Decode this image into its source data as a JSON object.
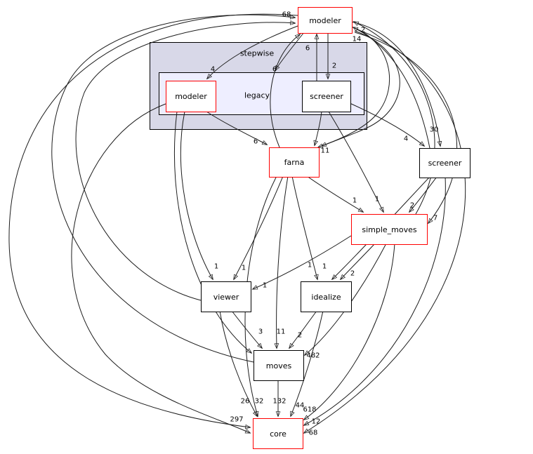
{
  "diagram": {
    "type": "directory-dependency-graph",
    "colors": {
      "red_node_border": "#ff0000",
      "black_node_border": "#000000",
      "cluster_fill": "#d8d8e8",
      "inner_cluster_fill": "#eeeeff",
      "edge": "#1c1c1c",
      "background": "#ffffff"
    },
    "clusters": [
      {
        "id": "stepwise",
        "label": "stepwise"
      },
      {
        "id": "legacy",
        "label": "legacy"
      }
    ],
    "nodes": [
      {
        "id": "modeler",
        "label": "modeler",
        "style": "red"
      },
      {
        "id": "modeler_legacy",
        "label": "modeler",
        "style": "red"
      },
      {
        "id": "screener_legacy",
        "label": "screener",
        "style": "black"
      },
      {
        "id": "farna",
        "label": "farna",
        "style": "red"
      },
      {
        "id": "screener",
        "label": "screener",
        "style": "black"
      },
      {
        "id": "simple_moves",
        "label": "simple_moves",
        "style": "red"
      },
      {
        "id": "viewer",
        "label": "viewer",
        "style": "black"
      },
      {
        "id": "idealize",
        "label": "idealize",
        "style": "black"
      },
      {
        "id": "moves",
        "label": "moves",
        "style": "black"
      },
      {
        "id": "core",
        "label": "core",
        "style": "red"
      }
    ],
    "edges": [
      {
        "from": "screener_legacy",
        "to": "modeler",
        "label": "6"
      },
      {
        "from": "modeler",
        "to": "screener_legacy",
        "label": "2"
      },
      {
        "from": "modeler",
        "to": "modeler_legacy",
        "label": "4"
      },
      {
        "from": "modeler",
        "to": "legacy",
        "label": "6"
      },
      {
        "from": "modeler_legacy",
        "to": "farna",
        "label": "6"
      },
      {
        "from": "screener_legacy",
        "to": "farna",
        "label": "11"
      },
      {
        "from": "modeler",
        "to": "farna",
        "label": null
      },
      {
        "from": "modeler",
        "to": "farna",
        "label": null
      },
      {
        "from": "modeler",
        "to": "screener",
        "label": "30"
      },
      {
        "from": "screener_legacy",
        "to": "screener",
        "label": "4"
      },
      {
        "from": "farna",
        "to": "simple_moves",
        "label": "1"
      },
      {
        "from": "screener_legacy",
        "to": "simple_moves",
        "label": "1"
      },
      {
        "from": "screener",
        "to": "simple_moves",
        "label": "2"
      },
      {
        "from": "modeler",
        "to": "simple_moves",
        "label": "7"
      },
      {
        "from": "modeler_legacy",
        "to": "viewer",
        "label": "1"
      },
      {
        "from": "farna",
        "to": "viewer",
        "label": "1"
      },
      {
        "from": "simple_moves",
        "to": "viewer",
        "label": "1"
      },
      {
        "from": "farna",
        "to": "idealize",
        "label": "1"
      },
      {
        "from": "screener",
        "to": "idealize",
        "label": "1"
      },
      {
        "from": "simple_moves",
        "to": "idealize",
        "label": "2"
      },
      {
        "from": "viewer",
        "to": "moves",
        "label": "3"
      },
      {
        "from": "farna",
        "to": "moves",
        "label": "11"
      },
      {
        "from": "idealize",
        "to": "moves",
        "label": "2"
      },
      {
        "from": "simple_moves",
        "to": "moves",
        "label": "482"
      },
      {
        "from": "viewer",
        "to": "core",
        "label": "26"
      },
      {
        "from": "farna",
        "to": "core",
        "label": "32"
      },
      {
        "from": "moves",
        "to": "core",
        "label": "132"
      },
      {
        "from": "idealize",
        "to": "core",
        "label": "44"
      },
      {
        "from": "simple_moves",
        "to": "core",
        "label": "618"
      },
      {
        "from": "screener",
        "to": "core",
        "label": "12"
      },
      {
        "from": "modeler",
        "to": "core",
        "label": "68"
      },
      {
        "from": "modeler",
        "to": "core",
        "label": "297"
      },
      {
        "from": "modeler_legacy",
        "to": "core",
        "label": null
      },
      {
        "from": "moves",
        "to": "modeler",
        "label": "68"
      },
      {
        "from": "viewer",
        "to": "modeler",
        "label": null
      },
      {
        "from": "farna",
        "to": "modeler",
        "label": null
      },
      {
        "from": "screener",
        "to": "modeler",
        "label": "14"
      },
      {
        "from": "simple_moves",
        "to": "modeler",
        "label": "2"
      },
      {
        "from": "modeler_legacy",
        "to": "moves",
        "label": null
      }
    ]
  }
}
